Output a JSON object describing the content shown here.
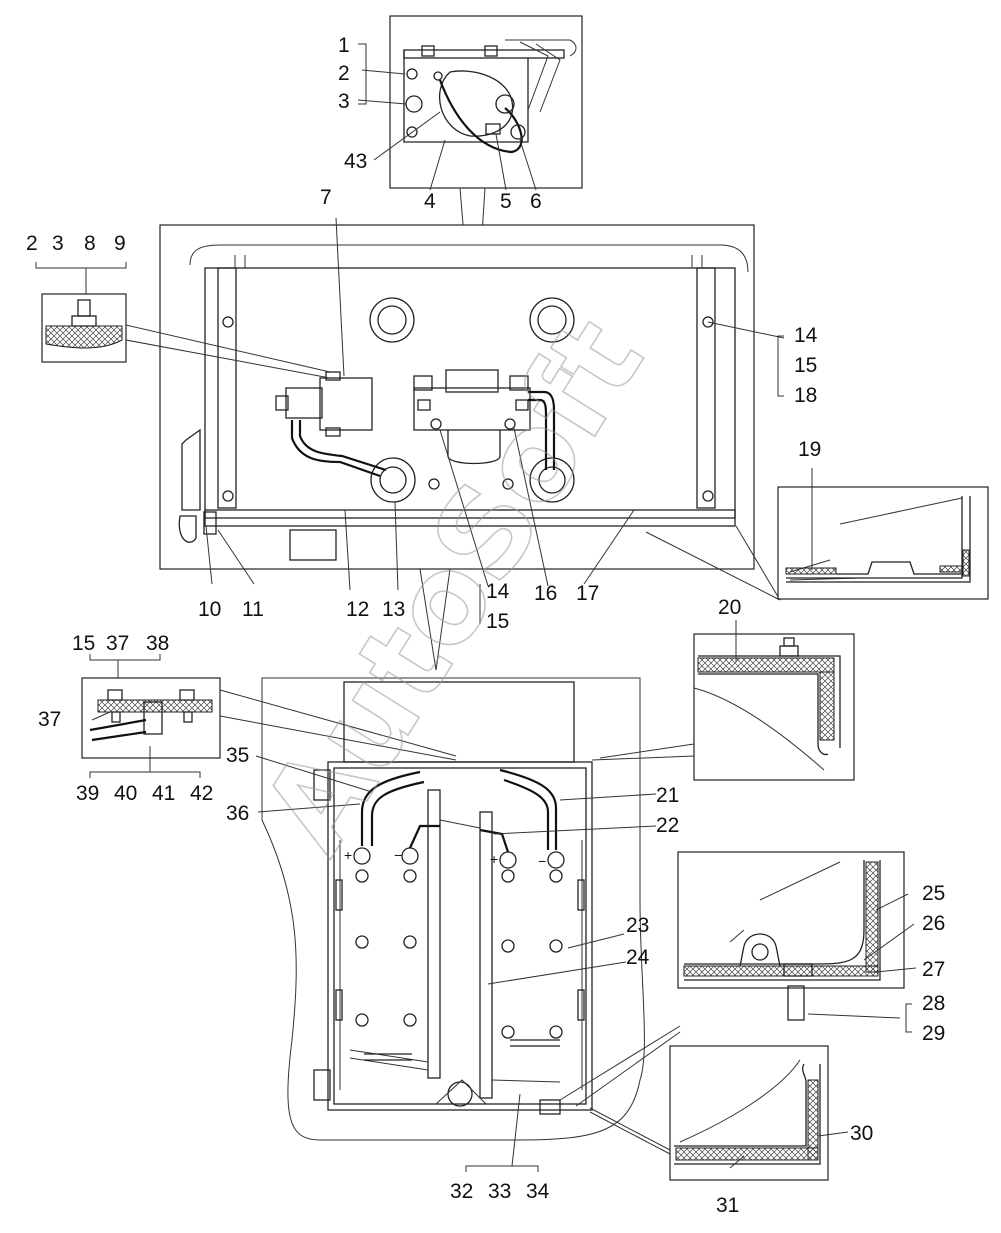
{
  "watermark": "AutoSoft",
  "colors": {
    "line": "#222222",
    "background": "#ffffff",
    "watermark": "#9a9a9a"
  },
  "labels": {
    "l1": "1",
    "l2": "2",
    "l3": "3",
    "l43": "43",
    "l4": "4",
    "l5": "5",
    "l6": "6",
    "l2b": "2",
    "l3b": "3",
    "l8": "8",
    "l9": "9",
    "l7": "7",
    "l14": "14",
    "l15": "15",
    "l18": "18",
    "l19": "19",
    "l10": "10",
    "l11": "11",
    "l12": "12",
    "l13": "13",
    "l14b": "14",
    "l15b": "15",
    "l16": "16",
    "l17": "17",
    "l15c": "15",
    "l37": "37",
    "l38": "38",
    "l37b": "37",
    "l39": "39",
    "l40": "40",
    "l41": "41",
    "l42": "42",
    "l20": "20",
    "l35": "35",
    "l36": "36",
    "l21": "21",
    "l22": "22",
    "l23": "23",
    "l24": "24",
    "l25": "25",
    "l26": "26",
    "l27": "27",
    "l28": "28",
    "l29": "29",
    "l30": "30",
    "l31": "31",
    "l32": "32",
    "l33": "33",
    "l34": "34",
    "plus1": "+",
    "minus1": "−",
    "plus2": "+",
    "minus2": "−"
  }
}
